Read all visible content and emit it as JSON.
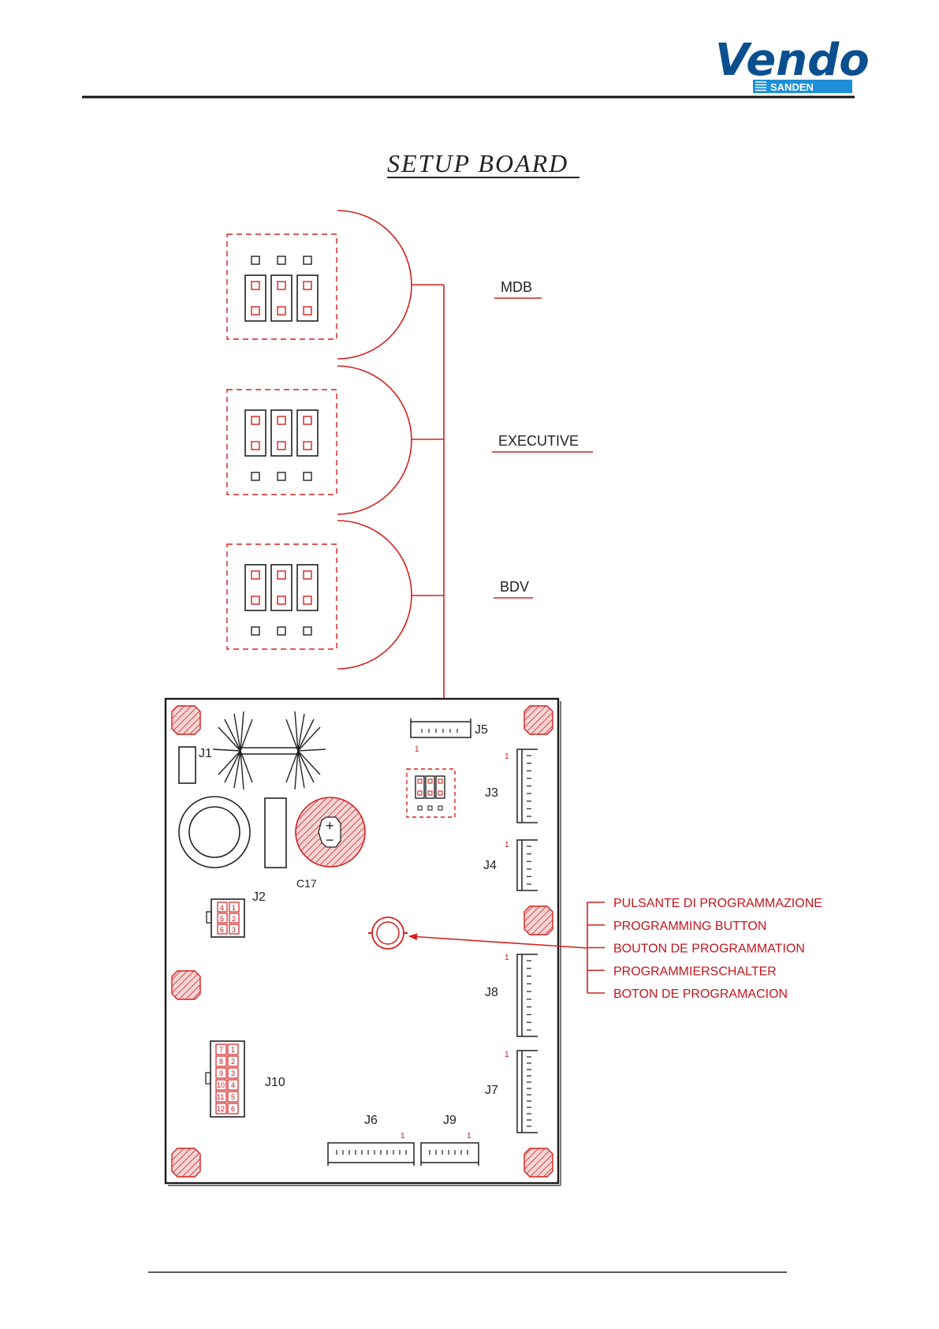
{
  "header": {
    "logo": {
      "brand": "Vendo",
      "sub_brand": "SANDEN",
      "colors": {
        "brand_blue": "#0a4f8f",
        "sub_blue": "#1d8fd6"
      }
    }
  },
  "title": "SETUP BOARD",
  "jumper_settings": [
    {
      "label": "MDB",
      "jumpers_position": "bottom"
    },
    {
      "label": "EXECUTIVE",
      "jumpers_position": "top"
    },
    {
      "label": "BDV",
      "jumpers_position": "top"
    }
  ],
  "board": {
    "connectors": {
      "J1": "J1",
      "J2": "J2",
      "J3": "J3",
      "J4": "J4",
      "J5": "J5",
      "J6": "J6",
      "J7": "J7",
      "J8": "J8",
      "J9": "J9",
      "J10": "J10",
      "C17": "C17"
    },
    "pin1_marker": "1",
    "capacitor_plus": "+",
    "capacitor_minus": "−",
    "j2_pins": [
      "4",
      "1",
      "5",
      "2",
      "6",
      "3"
    ],
    "j10_pins": [
      "7",
      "1",
      "8",
      "2",
      "9",
      "3",
      "10",
      "4",
      "11",
      "5",
      "12",
      "6"
    ]
  },
  "programming_button_labels": [
    "PULSANTE DI PROGRAMMAZIONE",
    "PROGRAMMING BUTTON",
    "BOUTON DE PROGRAMMATION",
    "PROGRAMMIERSCHALTER",
    "BOTON DE PROGRAMACION"
  ],
  "colors": {
    "accent_red": "#d42020",
    "line_dark": "#222222"
  }
}
